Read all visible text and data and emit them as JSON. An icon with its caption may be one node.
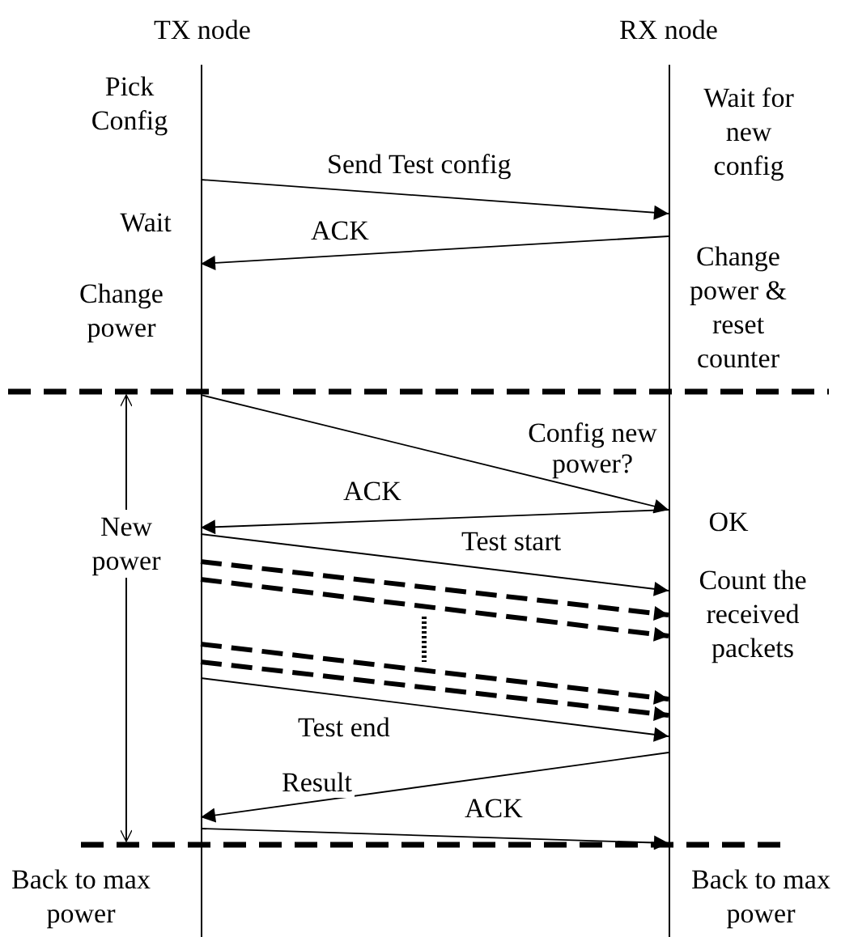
{
  "diagram": {
    "nodes": [
      {
        "text": [
          "TX node"
        ]
      },
      {
        "text": [
          "RX node"
        ]
      }
    ],
    "edges": [
      {
        "from": 0,
        "to": 1,
        "arrow": "to",
        "label": "Send Test config"
      },
      {
        "from": 1,
        "to": 0,
        "arrow": "to",
        "label": "ACK"
      },
      {
        "from": 0,
        "to": 1,
        "arrow": "to",
        "label": "Config new power?"
      },
      {
        "from": 1,
        "to": 0,
        "arrow": "to",
        "label": "ACK"
      },
      {
        "from": 0,
        "to": 1,
        "arrow": "to",
        "label": "Test start"
      },
      {
        "from": 0,
        "to": 1,
        "arrow": "to",
        "style": "dashed"
      },
      {
        "from": 0,
        "to": 1,
        "arrow": "to",
        "style": "dashed"
      },
      {
        "from": 0,
        "to": 1,
        "arrow": "to",
        "style": "dashed"
      },
      {
        "from": 0,
        "to": 1,
        "arrow": "to",
        "style": "dashed"
      },
      {
        "from": 0,
        "to": 1,
        "arrow": "to",
        "label": "Test end"
      },
      {
        "from": 1,
        "to": 0,
        "arrow": "to",
        "label": "Result"
      },
      {
        "from": 0,
        "to": 1,
        "arrow": "to",
        "label": "ACK"
      }
    ],
    "labels": [
      "Pick Config",
      "Wait for new config",
      "Wait",
      "Change power",
      "Change power & reset counter",
      "OK",
      "New power",
      "Count the received packets",
      "Back to max power",
      "Back to max power"
    ]
  }
}
